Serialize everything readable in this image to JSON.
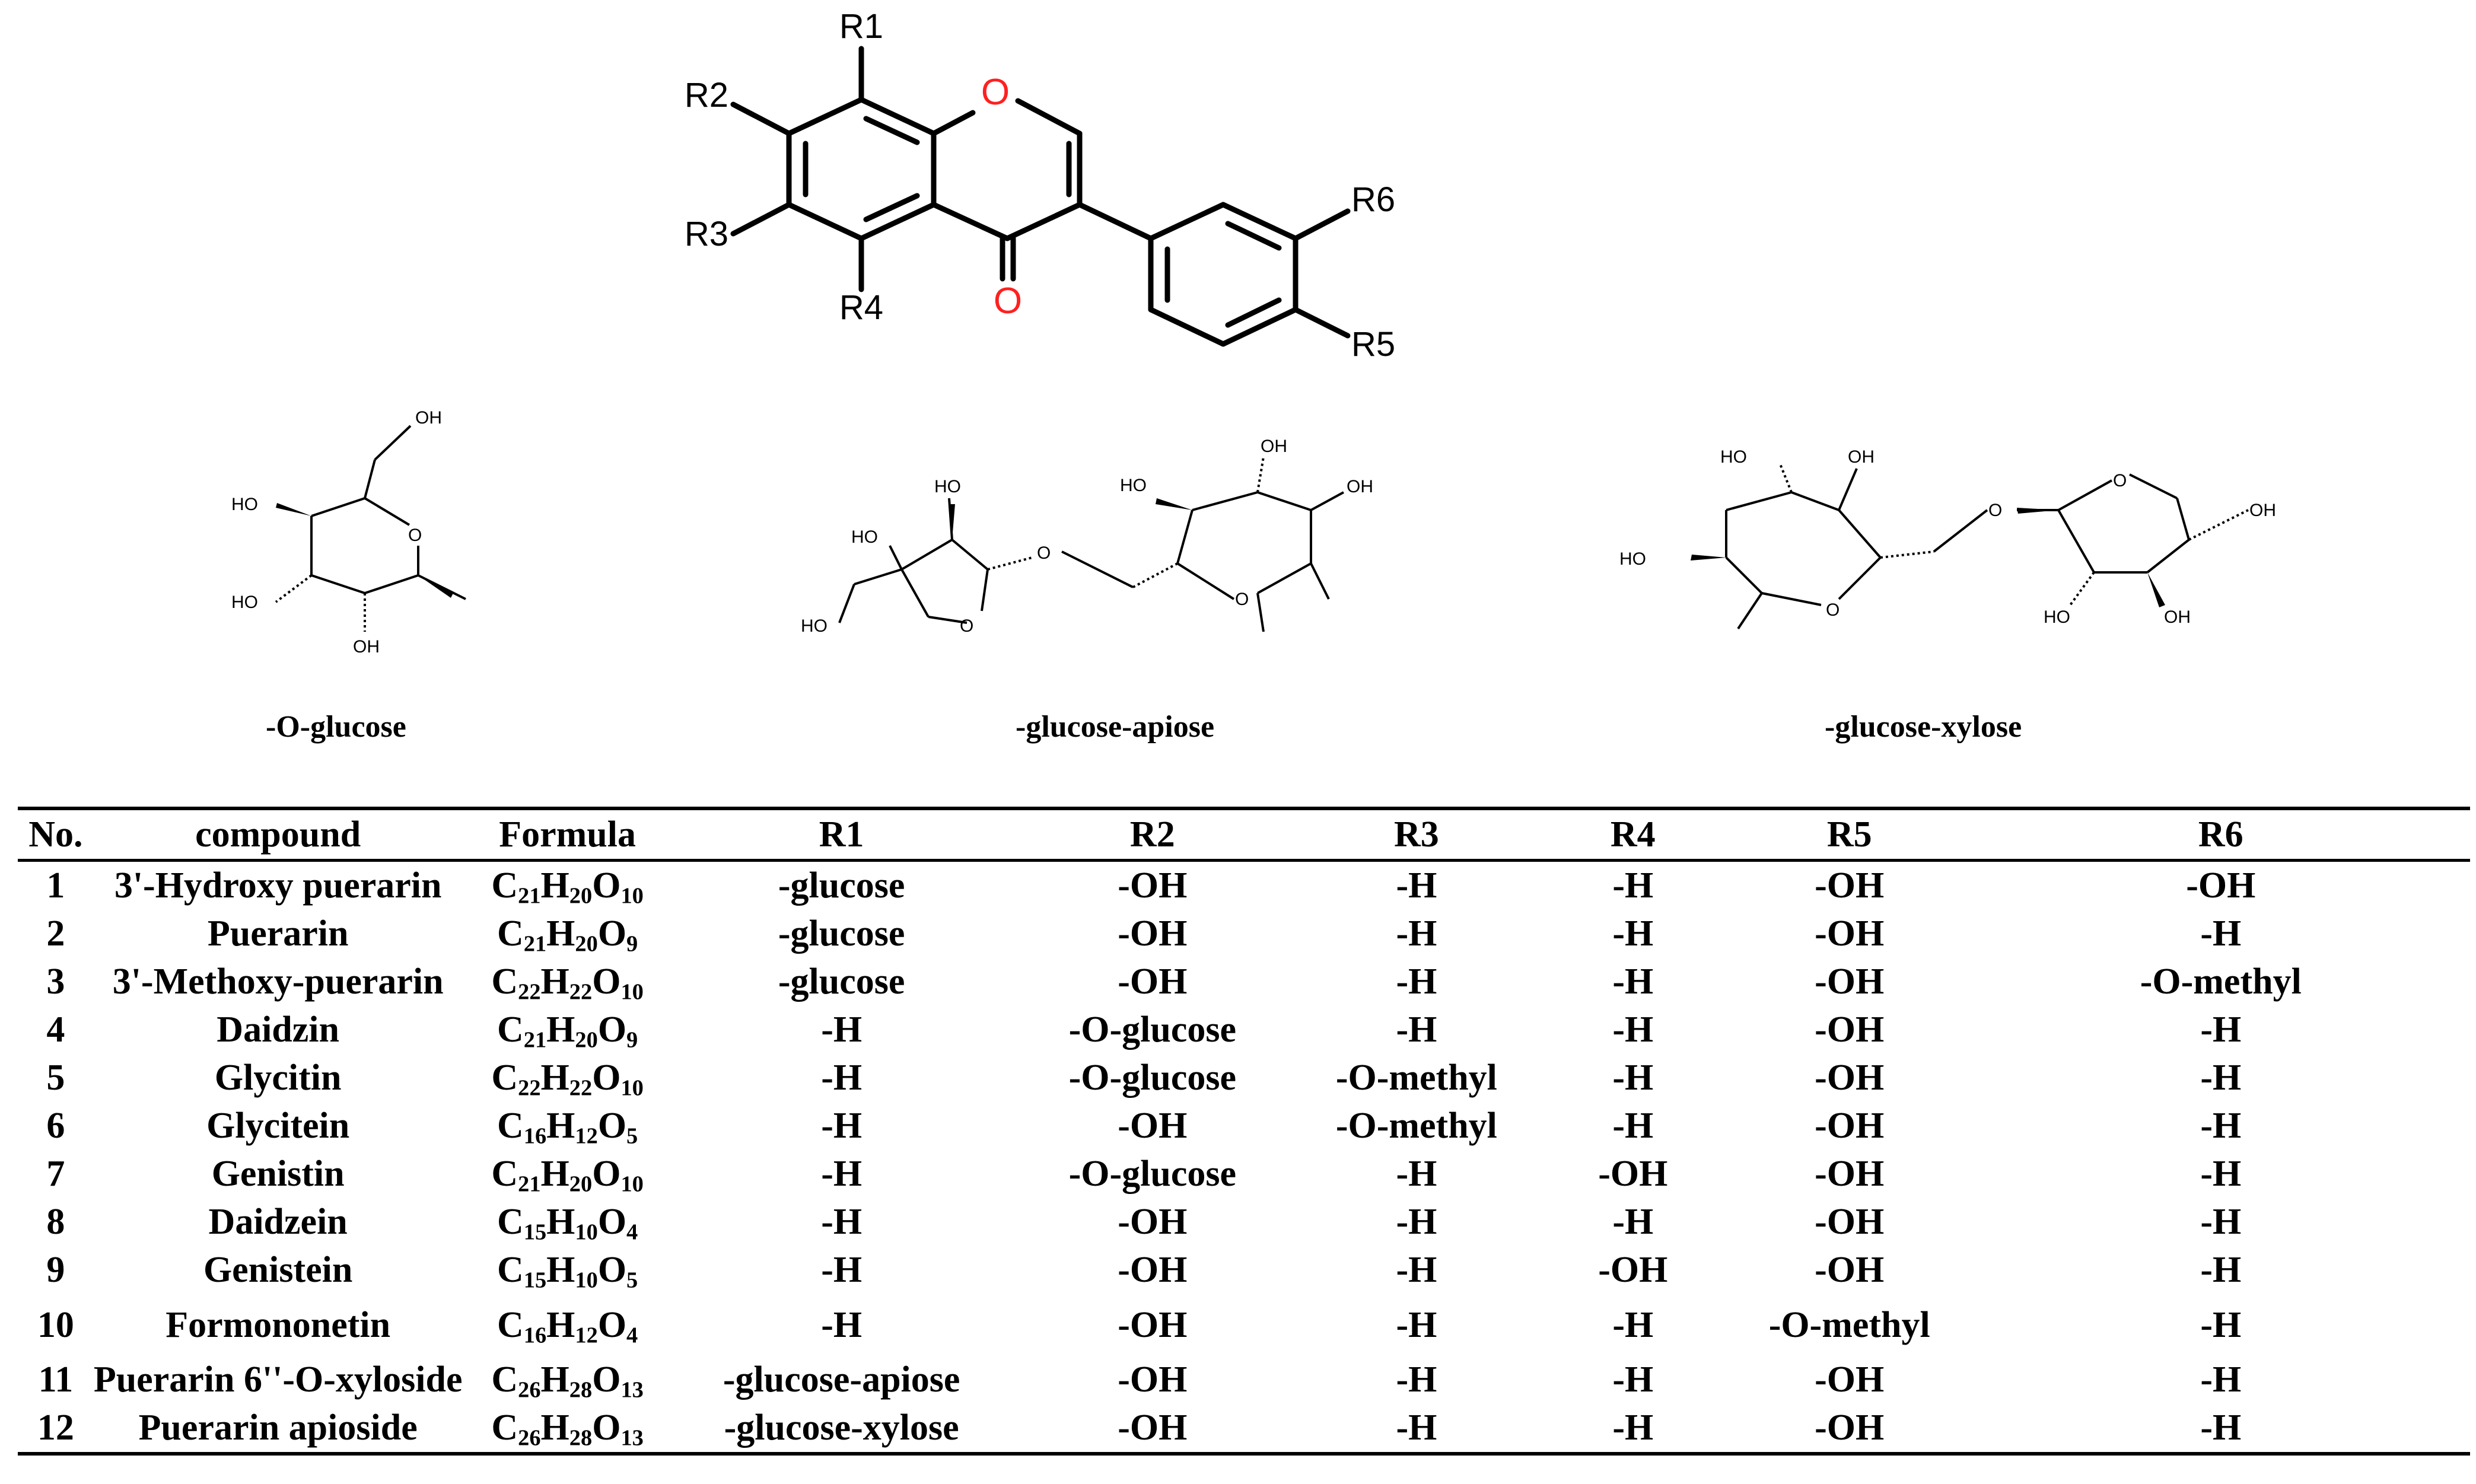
{
  "core_structure": {
    "labels": {
      "r1": "R1",
      "r2": "R2",
      "r3": "R3",
      "r4": "R4",
      "r5": "R5",
      "r6": "R6",
      "ring_oxygen": "O",
      "carbonyl_oxygen": "O"
    },
    "heteroatom_color": "#ff2020"
  },
  "sugars": [
    {
      "caption": "-O-glucose",
      "labels": {
        "oh_top": "OH",
        "ho_left": "HO",
        "ho_bottom_left": "HO",
        "oh_bottom": "OH",
        "ring_o": "O"
      }
    },
    {
      "caption": "-glucose-apiose",
      "labels": {
        "oh_top": "HO",
        "ho_left": "HO",
        "ho_bottom": "HO",
        "ring_o1": "O",
        "link_o": "O",
        "ho_g1": "HO",
        "oh_g2": "OH",
        "oh_g3": "OH",
        "ring_o2": "O"
      }
    },
    {
      "caption": "-glucose-xylose",
      "labels": {
        "ho_top": "HO",
        "oh_top": "OH",
        "ho_left": "HO",
        "ring_o1": "O",
        "link_o": "O",
        "ring_o2": "O",
        "oh_right": "OH",
        "ho_bottom": "HO",
        "oh_bottom": "OH"
      }
    }
  ],
  "table": {
    "headers": [
      "No.",
      "compound",
      "Formula",
      "R1",
      "R2",
      "R3",
      "R4",
      "R5",
      "R6"
    ],
    "rows": [
      {
        "no": "1",
        "compound": "3'-Hydroxy puerarin",
        "formula": [
          [
            "C",
            "21"
          ],
          [
            "H",
            "20"
          ],
          [
            "O",
            "10"
          ]
        ],
        "r1": "-glucose",
        "r2": "-OH",
        "r3": "-H",
        "r4": "-H",
        "r5": "-OH",
        "r6": "-OH"
      },
      {
        "no": "2",
        "compound": "Puerarin",
        "formula": [
          [
            "C",
            "21"
          ],
          [
            "H",
            "20"
          ],
          [
            "O",
            "9"
          ]
        ],
        "r1": "-glucose",
        "r2": "-OH",
        "r3": "-H",
        "r4": "-H",
        "r5": "-OH",
        "r6": "-H"
      },
      {
        "no": "3",
        "compound": "3'-Methoxy-puerarin",
        "formula": [
          [
            "C",
            "22"
          ],
          [
            "H",
            "22"
          ],
          [
            "O",
            "10"
          ]
        ],
        "r1": "-glucose",
        "r2": "-OH",
        "r3": "-H",
        "r4": "-H",
        "r5": "-OH",
        "r6": "-O-methyl"
      },
      {
        "no": "4",
        "compound": "Daidzin",
        "formula": [
          [
            "C",
            "21"
          ],
          [
            "H",
            "20"
          ],
          [
            "O",
            "9"
          ]
        ],
        "r1": "-H",
        "r2": "-O-glucose",
        "r3": "-H",
        "r4": "-H",
        "r5": "-OH",
        "r6": "-H"
      },
      {
        "no": "5",
        "compound": "Glycitin",
        "formula": [
          [
            "C",
            "22"
          ],
          [
            "H",
            "22"
          ],
          [
            "O",
            "10"
          ]
        ],
        "r1": "-H",
        "r2": "-O-glucose",
        "r3": "-O-methyl",
        "r4": "-H",
        "r5": "-OH",
        "r6": "-H"
      },
      {
        "no": "6",
        "compound": "Glycitein",
        "formula": [
          [
            "C",
            "16"
          ],
          [
            "H",
            "12"
          ],
          [
            "O",
            "5"
          ]
        ],
        "r1": "-H",
        "r2": "-OH",
        "r3": "-O-methyl",
        "r4": "-H",
        "r5": "-OH",
        "r6": "-H"
      },
      {
        "no": "7",
        "compound": "Genistin",
        "formula": [
          [
            "C",
            "21"
          ],
          [
            "H",
            "20"
          ],
          [
            "O",
            "10"
          ]
        ],
        "r1": "-H",
        "r2": "-O-glucose",
        "r3": "-H",
        "r4": "-OH",
        "r5": "-OH",
        "r6": "-H"
      },
      {
        "no": "8",
        "compound": "Daidzein",
        "formula": [
          [
            "C",
            "15"
          ],
          [
            "H",
            "10"
          ],
          [
            "O",
            "4"
          ]
        ],
        "r1": "-H",
        "r2": "-OH",
        "r3": "-H",
        "r4": "-H",
        "r5": "-OH",
        "r6": "-H"
      },
      {
        "no": "9",
        "compound": "Genistein",
        "formula": [
          [
            "C",
            "15"
          ],
          [
            "H",
            "10"
          ],
          [
            "O",
            "5"
          ]
        ],
        "r1": "-H",
        "r2": "-OH",
        "r3": "-H",
        "r4": "-OH",
        "r5": "-OH",
        "r6": "-H"
      },
      {
        "no": "10",
        "compound": "Formononetin",
        "formula": [
          [
            "C",
            "16"
          ],
          [
            "H",
            "12"
          ],
          [
            "O",
            "4"
          ]
        ],
        "r1": "-H",
        "r2": "-OH",
        "r3": "-H",
        "r4": "-H",
        "r5": "-O-methyl",
        "r6": "-H",
        "tall": true
      },
      {
        "no": "11",
        "compound": "Puerarin 6''-O-xyloside",
        "formula": [
          [
            "C",
            "26"
          ],
          [
            "H",
            "28"
          ],
          [
            "O",
            "13"
          ]
        ],
        "r1": "-glucose-apiose",
        "r2": "-OH",
        "r3": "-H",
        "r4": "-H",
        "r5": "-OH",
        "r6": "-H"
      },
      {
        "no": "12",
        "compound": "Puerarin apioside",
        "formula": [
          [
            "C",
            "26"
          ],
          [
            "H",
            "28"
          ],
          [
            "O",
            "13"
          ]
        ],
        "r1": "-glucose-xylose",
        "r2": "-OH",
        "r3": "-H",
        "r4": "-H",
        "r5": "-OH",
        "r6": "-H"
      }
    ]
  }
}
